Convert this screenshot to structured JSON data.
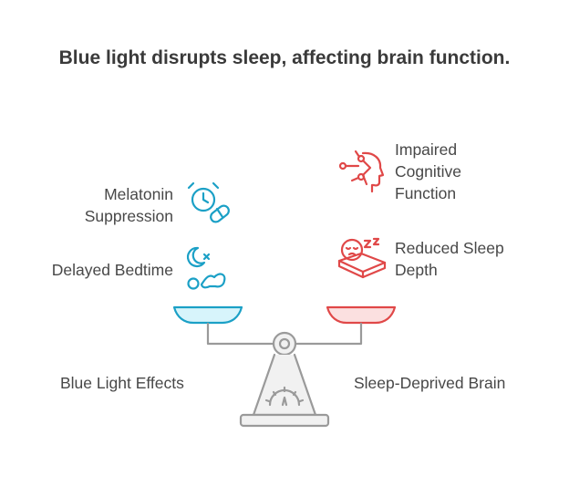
{
  "title": "Blue light disrupts sleep, affecting brain function.",
  "left": {
    "side_label": "Blue Light Effects",
    "color": "#1ba0c6",
    "pan_fill": "#d7f4fb",
    "items": [
      {
        "label_line1": "Melatonin",
        "label_line2": "Suppression",
        "icon": "alarm-clock-pill-icon"
      },
      {
        "label": "Delayed Bedtime",
        "icon": "moon-person-sleeping-icon"
      }
    ]
  },
  "right": {
    "side_label": "Sleep-Deprived Brain",
    "color": "#e04848",
    "pan_fill": "#fbe0e0",
    "items": [
      {
        "label_line1": "Impaired",
        "label_line2": "Cognitive",
        "label_line3": "Function",
        "icon": "head-neural-connections-icon"
      },
      {
        "label_line1": "Reduced Sleep",
        "label_line2": "Depth",
        "icon": "sleeping-face-pillow-icon"
      }
    ]
  },
  "scale_color": "#9a9a9a"
}
